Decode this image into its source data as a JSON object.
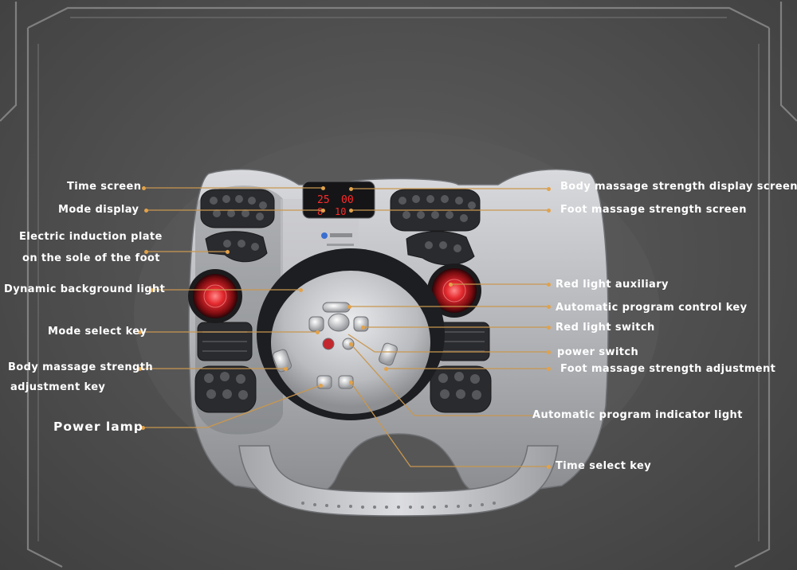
{
  "colors": {
    "background": "#545454",
    "leader_line": "#c9974f",
    "dot": "#e2a24a",
    "label_text": "#ffffff",
    "led": "#ff2a2a",
    "red_light": "#e0202a"
  },
  "display": {
    "left_digits": "25",
    "right_digits": "00",
    "bottom_left": "8",
    "bottom_right": "10"
  },
  "labels": {
    "time_screen": "Time screen",
    "mode_display": "Mode display",
    "electric_plate_line1": "Electric induction plate",
    "electric_plate_line2": "on the sole of the foot",
    "dynamic_light": "Dynamic background light",
    "mode_select_key": "Mode select key",
    "body_strength_line1": "Body massage strength",
    "body_strength_line2": "adjustment key",
    "power_lamp": "Power lamp",
    "body_display": "Body massage strength display screen",
    "foot_screen": "Foot massage strength screen",
    "red_light_aux": "Red light auxiliary",
    "auto_program_key": "Automatic program control key",
    "red_light_switch": "Red light switch",
    "power_switch": "power switch",
    "foot_adjust": "Foot massage strength adjustment",
    "auto_indicator": "Automatic program indicator light",
    "time_select": "Time select key"
  }
}
